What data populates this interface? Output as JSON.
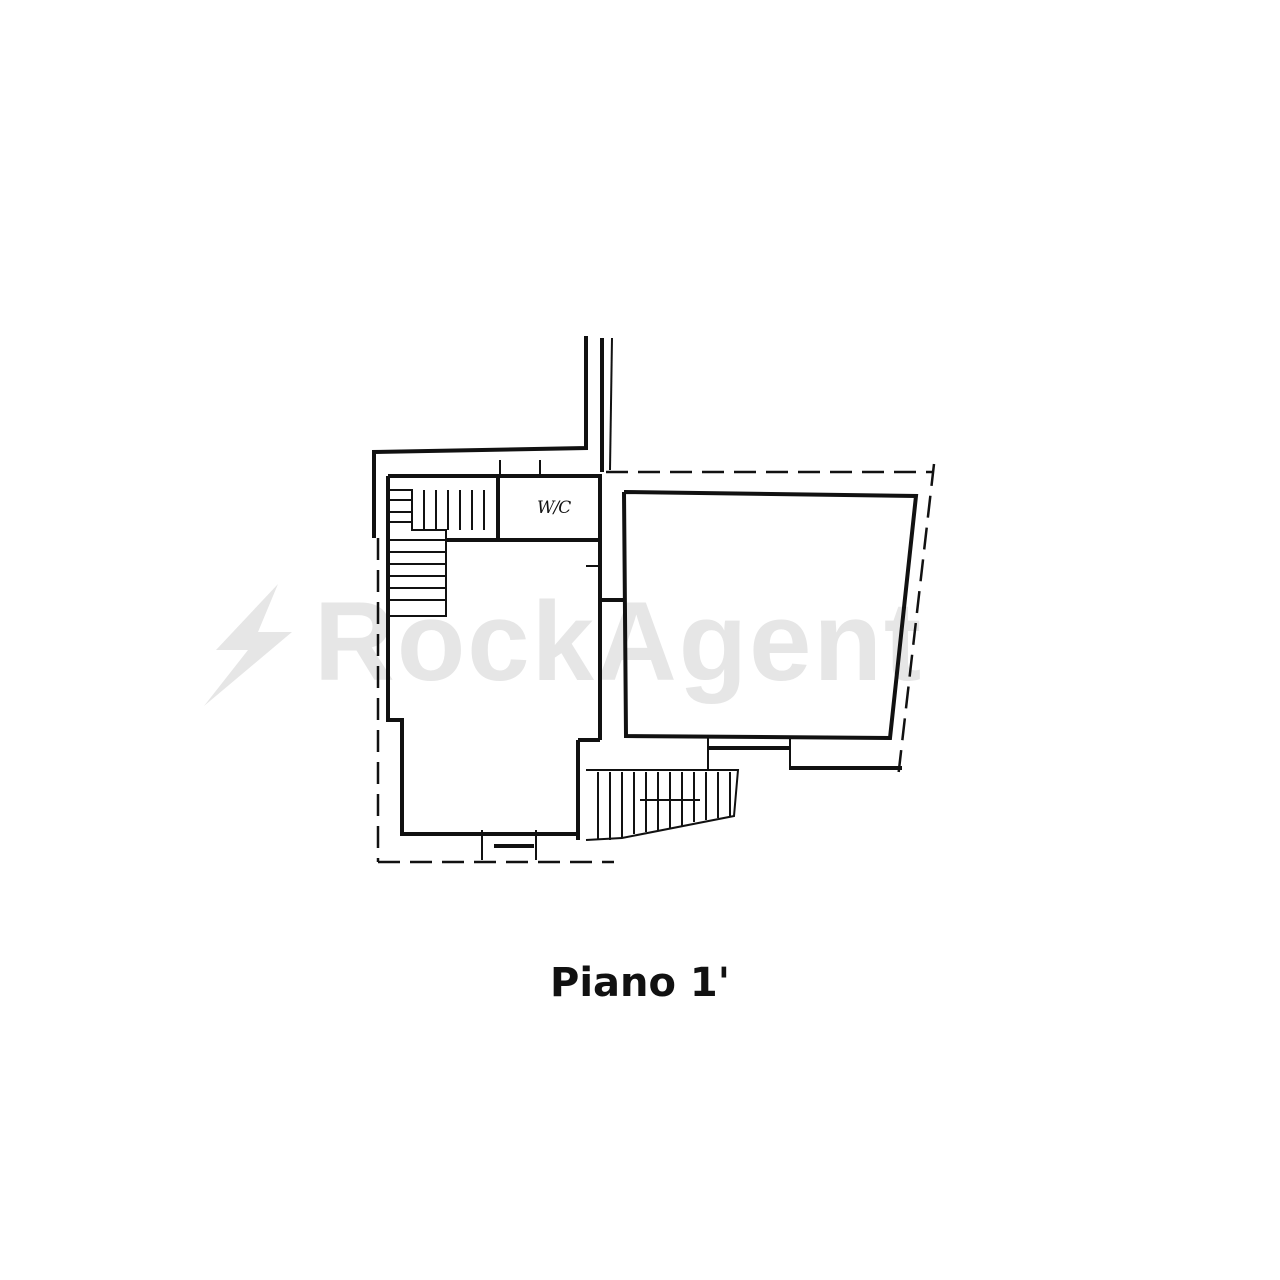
{
  "watermark": {
    "text": "RockAgent",
    "color": "#e6e6e6"
  },
  "plan": {
    "room_label": "W/C",
    "caption": "Piano 1'"
  }
}
